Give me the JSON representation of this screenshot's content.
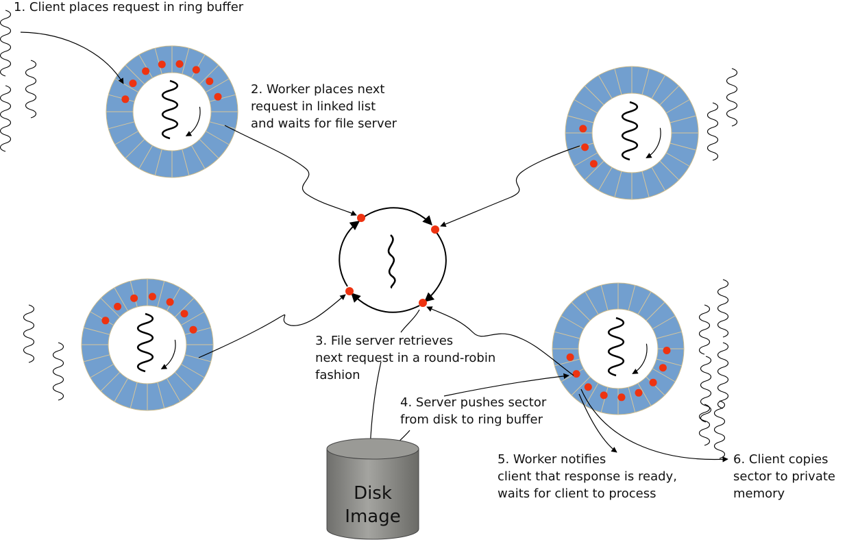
{
  "colors": {
    "ring_fill": "#729fcf",
    "ring_divider": "#d9c79a",
    "request_dot": "#ee3311",
    "disk_body": "#8a8a86",
    "line": "#000000"
  },
  "labels": {
    "step1": "1. Client places request in ring buffer",
    "step2": [
      "2. Worker places next",
      "request in linked list",
      "and waits for file server"
    ],
    "step3": [
      "3. File server retrieves",
      "next request in a round-robin",
      "fashion"
    ],
    "step4": [
      "4. Server pushes sector",
      "from disk to ring buffer"
    ],
    "step5": [
      "5. Worker notifies",
      "client that response is ready,",
      "waits for client to process"
    ],
    "step6": [
      "6. Client copies",
      "sector to private",
      "memory"
    ],
    "disk": [
      "Disk",
      "Image"
    ]
  },
  "ring_buffers": [
    {
      "name": "top-left",
      "pending_requests": 8
    },
    {
      "name": "top-right",
      "pending_requests": 3
    },
    {
      "name": "bottom-left",
      "pending_requests": 7
    },
    {
      "name": "bottom-right",
      "pending_requests": 9
    }
  ],
  "file_server": {
    "request_queue_entries": 4
  },
  "icons": [
    "thread-squiggle-icon",
    "request-dot-icon",
    "disk-cylinder-icon"
  ]
}
